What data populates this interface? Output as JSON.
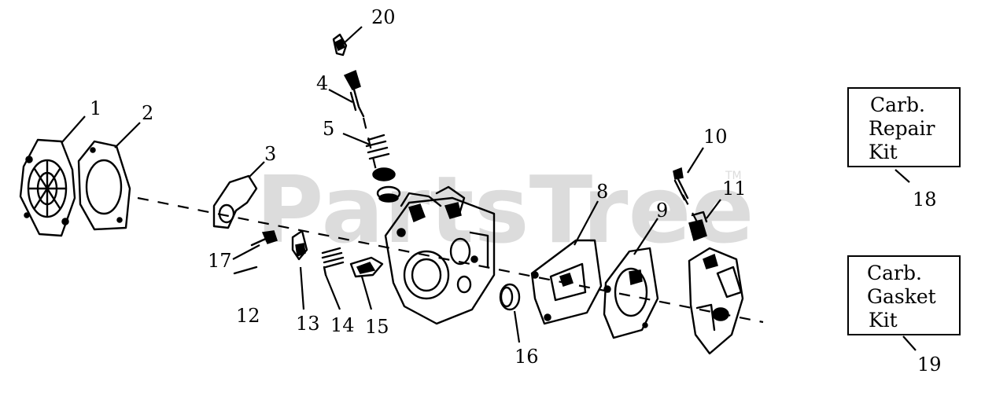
{
  "watermark": {
    "text": "PartsTree",
    "trademark": "TM"
  },
  "callouts": [
    "1",
    "2",
    "3",
    "4",
    "5",
    "8",
    "9",
    "10",
    "11",
    "12",
    "13",
    "14",
    "15",
    "16",
    "17",
    "20"
  ],
  "kits": {
    "repair": {
      "lines": [
        "Carb.",
        "Repair",
        "Kit"
      ],
      "number": "18"
    },
    "gasket": {
      "lines": [
        "Carb.",
        "Gasket",
        "Kit"
      ],
      "number": "19"
    }
  }
}
